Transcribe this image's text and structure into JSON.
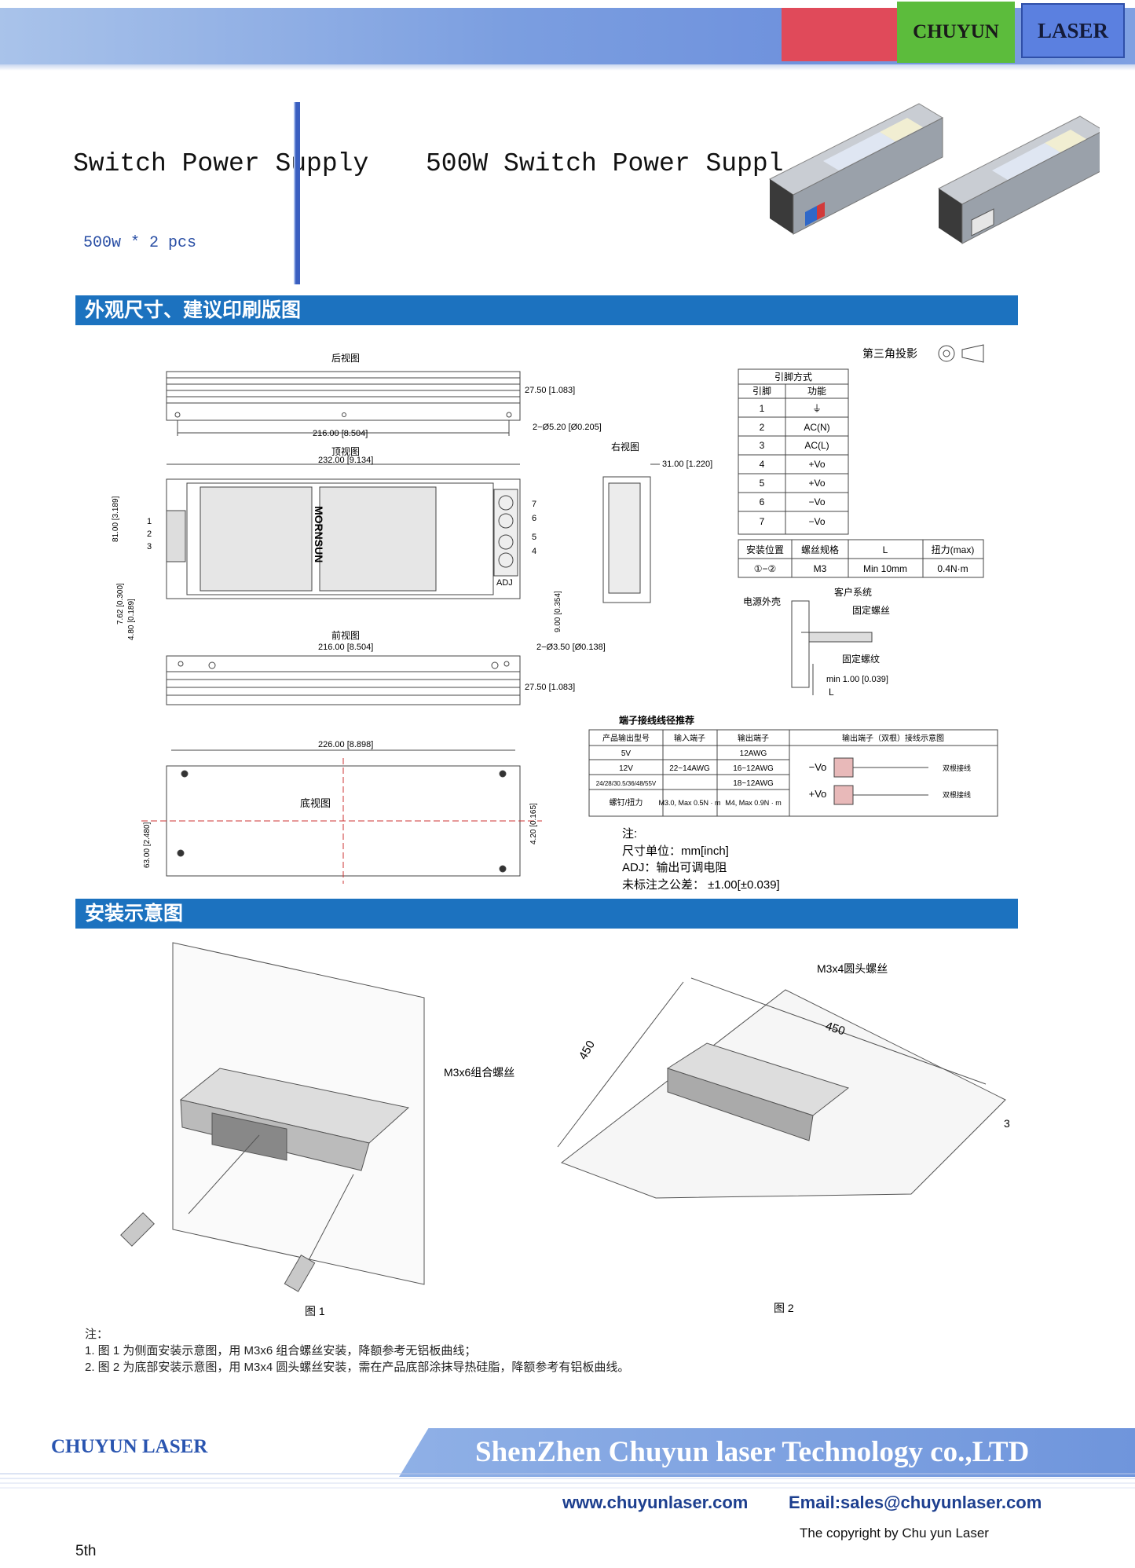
{
  "header": {
    "brand_left": "CHUYUN",
    "brand_right": "LASER"
  },
  "product": {
    "title_left": "Switch Power Supply",
    "title_right": "500W Switch Power Suppl",
    "quantity": "500w * 2 pcs"
  },
  "sections": {
    "dimensions_title": "外观尺寸、建议印刷版图",
    "install_title": "安装示意图"
  },
  "drawing": {
    "back_view": "后视图",
    "top_view": "顶视图",
    "front_view": "前视图",
    "bottom_view": "底视图",
    "right_view": "右视图",
    "projection": "第三角投影",
    "brand_mark": "MORNSUN",
    "dims": {
      "d1": "27.50 [1.083]",
      "d2": "216.00 [8.504]",
      "d3": "2−Ø5.20 [Ø0.205]",
      "d4": "232.00 [9.134]",
      "d5": "31.00 [1.220]",
      "d6": "81.00 [3.189]",
      "d7": "7.62 [0.300]",
      "d8": "4.80 [0.189]",
      "d9": "9.00 [0.354]",
      "d10": "216.00 [8.504]",
      "d11": "2−Ø3.50 [Ø0.138]",
      "d12": "27.50 [1.083]",
      "d13": "226.00 [8.898]",
      "d14": "63.00 [2.480]",
      "d15": "4.20 [0.165]",
      "adj": "ADJ"
    },
    "pin_table": {
      "title": "引脚方式",
      "headers": [
        "引脚",
        "功能"
      ],
      "rows": [
        [
          "1",
          "⏚"
        ],
        [
          "2",
          "AC(N)"
        ],
        [
          "3",
          "AC(L)"
        ],
        [
          "4",
          "+Vo"
        ],
        [
          "5",
          "+Vo"
        ],
        [
          "6",
          "−Vo"
        ],
        [
          "7",
          "−Vo"
        ]
      ]
    },
    "mount_table": {
      "headers": [
        "安装位置",
        "螺丝规格",
        "L",
        "扭力(max)"
      ],
      "row": [
        "①−②",
        "M3",
        "Min 10mm",
        "0.4N·m"
      ]
    },
    "screw_labels": {
      "shell": "电源外壳",
      "customer": "客户系统",
      "fix_screw": "固定螺丝",
      "fix_thread": "固定螺纹",
      "min": "min 1.00 [0.039]",
      "L": "L"
    },
    "wire_table": {
      "title": "端子接线线径推荐",
      "headers": [
        "产品输出型号",
        "输入端子",
        "输出端子",
        "输出端子（双根）接线示意图"
      ],
      "rows": [
        [
          "5V",
          "22~14AWG",
          "12AWG"
        ],
        [
          "12V",
          "",
          "16~12AWG"
        ],
        [
          "24/28/30.5/36/48/55V",
          "",
          "18~12AWG"
        ],
        [
          "螺钉/扭力",
          "M3.0,\nMax 0.5N · m",
          "M4,\nMax 0.9N · m"
        ]
      ],
      "neg": "−Vo",
      "pos": "+Vo",
      "double_wire": "双根接线"
    },
    "notes": {
      "title": "注:",
      "unit": "尺寸单位：mm[inch]",
      "adj": "ADJ：输出可调电阻",
      "tol": "未标注之公差： ±1.00[±0.039]"
    }
  },
  "install": {
    "screw1": "M3x6组合螺丝",
    "screw2": "M3x4圆头螺丝",
    "dim1": "450",
    "dim2": "450",
    "dim3": "3",
    "fig1": "图 1",
    "fig2": "图 2",
    "note_title": "注：",
    "note1": "1. 图 1 为侧面安装示意图，用 M3x6 组合螺丝安装，降额参考无铝板曲线；",
    "note2": "2. 图 2 为底部安装示意图，用 M3x4 圆头螺丝安装，需在产品底部涂抹导热硅脂，降额参考有铝板曲线。"
  },
  "footer": {
    "brand": "CHUYUN LASER",
    "company": "ShenZhen Chuyun laser Technology co.,LTD",
    "website": "www.chuyunlaser.com",
    "email": "Email:sales@chuyunlaser.com",
    "copyright": "The copyright by Chu yun Laser",
    "page": "5th"
  }
}
